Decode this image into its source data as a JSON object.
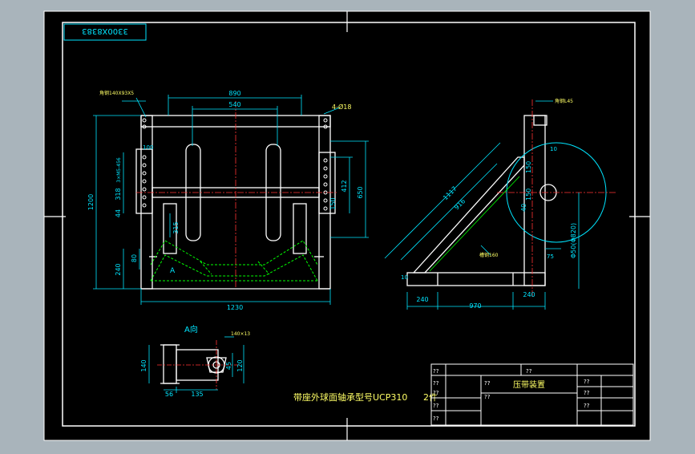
{
  "colors": {
    "outer_bg": "#a9b4bb",
    "paper": "#000000",
    "frame": "#ffffff",
    "dim": "#00e5ff",
    "part": "#ffffff",
    "hidden": "#00ff00",
    "center": "#ff3333",
    "text_yellow": "#ffff66"
  },
  "drawing_no": "3300X8383",
  "front_view": {
    "dims": {
      "w890": "890",
      "w540": "540",
      "holes": "4-Ø18",
      "angle_steel": "角钢140X93X5",
      "slot": "3×M5-456",
      "d100": "100",
      "d318": "318",
      "d44": "44",
      "h1200": "1200",
      "d412": "412",
      "d650": "650",
      "d150": "150",
      "d315": "315",
      "d80": "80",
      "d240": "240",
      "w1230": "1230",
      "view_mark": "A"
    }
  },
  "side_view": {
    "dims": {
      "angle_top": "角钢L45",
      "d10": "10",
      "d1117": "1117",
      "d916": "916",
      "d150a": "150",
      "d150b": "150",
      "d40": "40",
      "d75": "75",
      "d850": "Φ50(Φ820)",
      "brace": "槽钢160",
      "d240a": "240",
      "d970": "970",
      "d240b": "240",
      "d10b": "10"
    }
  },
  "detail_view": {
    "title": "A向",
    "dims": {
      "plate": "140×13",
      "d140": "140",
      "d45": "45",
      "d120": "120",
      "d56": "56",
      "d135": "135"
    }
  },
  "note": "带座外球面轴承型号UCP310",
  "note_qty": "2件",
  "title_block": {
    "title": "压带装置",
    "q": "??"
  }
}
